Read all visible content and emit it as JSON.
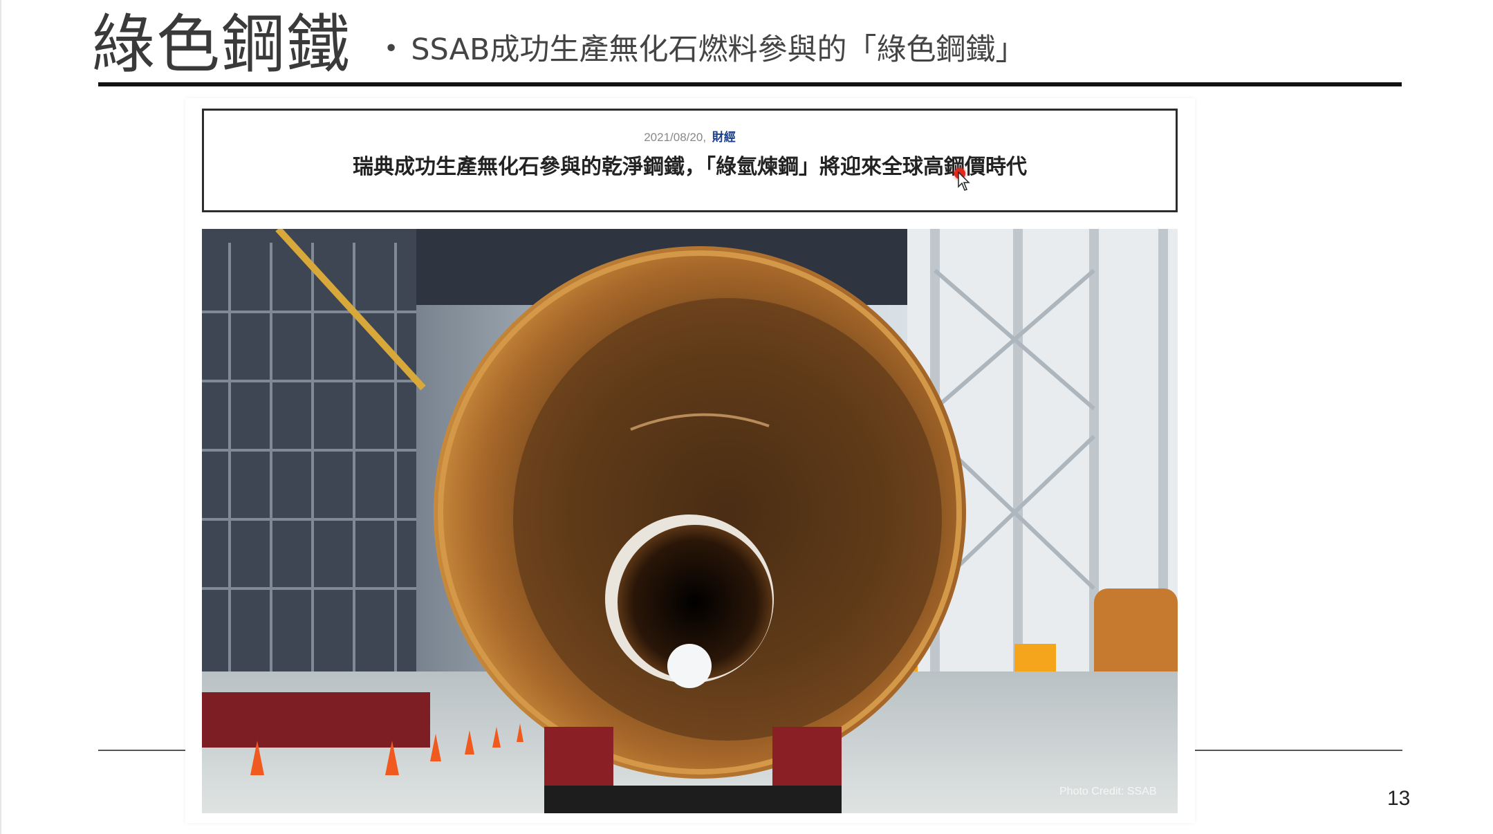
{
  "slide": {
    "title": "綠色鋼鐵",
    "bullet_symbol": "•",
    "subtitle": "SSAB成功生產無化石燃料參與的「綠色鋼鐵」",
    "page_number": "13"
  },
  "article": {
    "date": "2021/08/20",
    "category": "財經",
    "headline": "瑞典成功生產無化石參與的乾淨鋼鐵，「綠氫煉鋼」將迎來全球高鋼價時代"
  },
  "photo": {
    "credit": "Photo Credit: SSAB",
    "subject": "large steel pipe in industrial hall"
  },
  "colors": {
    "title_text": "#3a3a3a",
    "rule": "#111111",
    "category_link": "#1b3f88",
    "cursor": "#e0281e",
    "pipe": "#b5742c"
  }
}
